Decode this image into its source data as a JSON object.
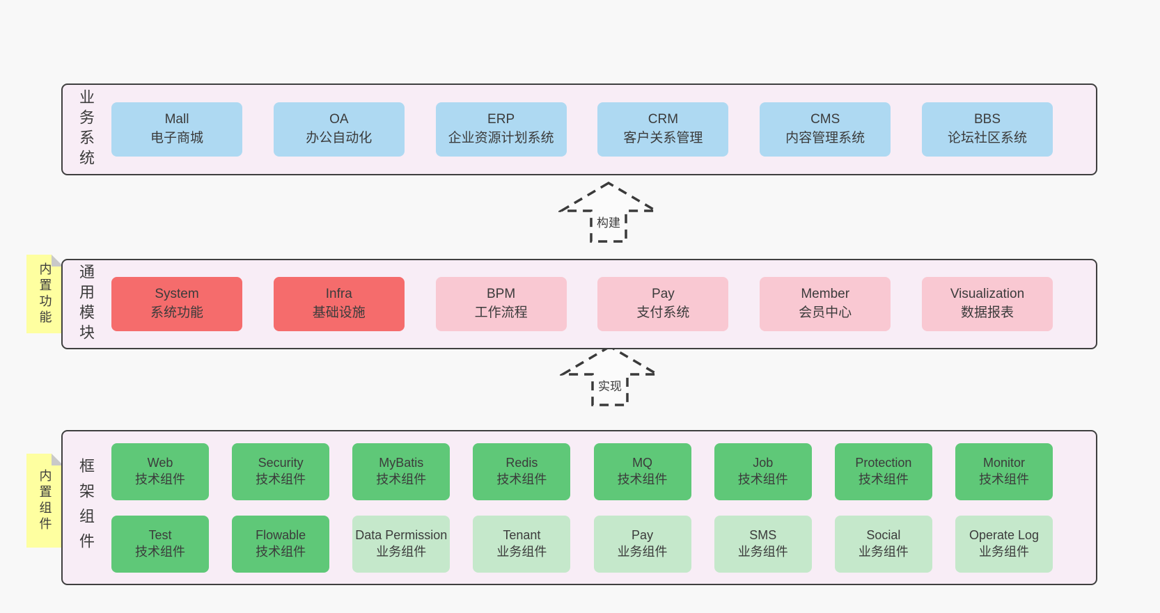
{
  "colors": {
    "page_bg": "#f8f8f8",
    "panel_bg": "#f8edf6",
    "panel_border": "#3f3f3f",
    "blue": "#aed9f2",
    "red": "#f56c6c",
    "pink": "#f9c8d2",
    "green": "#5fc878",
    "green_light": "#c5e8cb",
    "yellow_note": "#feffa0",
    "text": "#3b3b3b"
  },
  "business_panel": {
    "side_label": "业务系统",
    "items": [
      {
        "name": "Mall",
        "desc": "电子商城"
      },
      {
        "name": "OA",
        "desc": "办公自动化"
      },
      {
        "name": "ERP",
        "desc": "企业资源计划系统"
      },
      {
        "name": "CRM",
        "desc": "客户关系管理"
      },
      {
        "name": "CMS",
        "desc": "内容管理系统"
      },
      {
        "name": "BBS",
        "desc": "论坛社区系统"
      }
    ]
  },
  "build_arrow": {
    "label": "构建"
  },
  "modules_panel": {
    "note": "内置功能",
    "side_label": "通用模块",
    "items": [
      {
        "name": "System",
        "desc": "系统功能",
        "style": "red"
      },
      {
        "name": "Infra",
        "desc": "基础设施",
        "style": "red"
      },
      {
        "name": "BPM",
        "desc": "工作流程",
        "style": "pink"
      },
      {
        "name": "Pay",
        "desc": "支付系统",
        "style": "pink"
      },
      {
        "name": "Member",
        "desc": "会员中心",
        "style": "pink"
      },
      {
        "name": "Visualization",
        "desc": "数据报表",
        "style": "pink"
      }
    ]
  },
  "implement_arrow": {
    "label": "实现"
  },
  "components_panel": {
    "note": "内置组件",
    "side_label": "框架组件",
    "row1": [
      {
        "name": "Web",
        "desc": "技术组件",
        "style": "green"
      },
      {
        "name": "Security",
        "desc": "技术组件",
        "style": "green"
      },
      {
        "name": "MyBatis",
        "desc": "技术组件",
        "style": "green"
      },
      {
        "name": "Redis",
        "desc": "技术组件",
        "style": "green"
      },
      {
        "name": "MQ",
        "desc": "技术组件",
        "style": "green"
      },
      {
        "name": "Job",
        "desc": "技术组件",
        "style": "green"
      },
      {
        "name": "Protection",
        "desc": "技术组件",
        "style": "green"
      },
      {
        "name": "Monitor",
        "desc": "技术组件",
        "style": "green"
      }
    ],
    "row2": [
      {
        "name": "Test",
        "desc": "技术组件",
        "style": "green"
      },
      {
        "name": "Flowable",
        "desc": "技术组件",
        "style": "green"
      },
      {
        "name": "Data Permission",
        "desc": "业务组件",
        "style": "green-light"
      },
      {
        "name": "Tenant",
        "desc": "业务组件",
        "style": "green-light"
      },
      {
        "name": "Pay",
        "desc": "业务组件",
        "style": "green-light"
      },
      {
        "name": "SMS",
        "desc": "业务组件",
        "style": "green-light"
      },
      {
        "name": "Social",
        "desc": "业务组件",
        "style": "green-light"
      },
      {
        "name": "Operate Log",
        "desc": "业务组件",
        "style": "green-light"
      }
    ]
  }
}
